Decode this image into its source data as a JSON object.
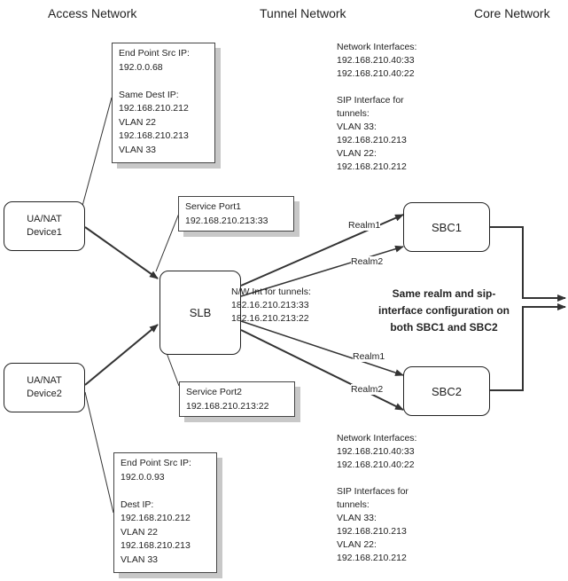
{
  "headers": {
    "access": "Access Network",
    "tunnel": "Tunnel Network",
    "core": "Core Network"
  },
  "devices": {
    "device1": "UA/NAT\nDevice1",
    "device2": "UA/NAT\nDevice2",
    "slb": "SLB",
    "sbc1": "SBC1",
    "sbc2": "SBC2"
  },
  "notes": {
    "top_left": "End Point Src IP:\n192.0.0.68\n\nSame Dest IP:\n192.168.210.212\nVLAN 22\n192.168.210.213\nVLAN 33",
    "bottom_left": "End Point Src IP:\n192.0.0.93\n\nDest IP:\n192.168.210.212\nVLAN 22\n192.168.210.213\nVLAN 33",
    "service_port1": "Service Port1\n192.168.210.213:33",
    "service_port2": "Service Port2\n192.168.210.213:22",
    "top_right": "Network Interfaces:\n192.168.210.40:33\n192.168.210.40:22\n\nSIP Interface for\ntunnels:\nVLAN 33:\n192.168.210.213\nVLAN 22:\n192.168.210.212",
    "bottom_right": "Network Interfaces:\n192.168.210.40:33\n192.168.210.40:22\n\nSIP Interfaces for\ntunnels:\nVLAN 33:\n192.168.210.213\nVLAN 22:\n192.168.210.212",
    "nw_int": "N/W Int for tunnels:\n182.16.210.213:33\n182.16.210.213:22",
    "same_realm": "Same realm and sip-\ninterface configuration on\nboth SBC1 and SBC2"
  },
  "realms": {
    "r1_top": "Realm1",
    "r2_top": "Realm2",
    "r1_bottom": "Realm1",
    "r2_bottom": "Realm2"
  }
}
